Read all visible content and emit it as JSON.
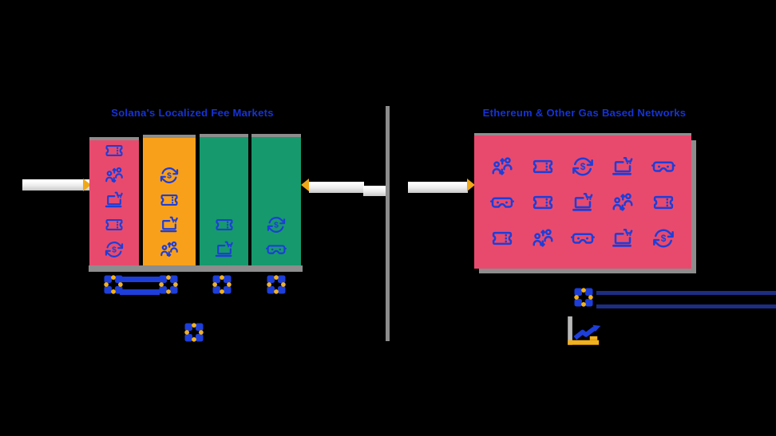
{
  "left_panel": {
    "title": "Solana's Localized Fee Markets",
    "queues": [
      {
        "color": "#e84a6e",
        "icons": [
          "ticket",
          "people-swap",
          "laptop-cart",
          "ticket",
          "money-cycle"
        ]
      },
      {
        "color": "#f9a01b",
        "icons": [
          "money-cycle",
          "ticket",
          "laptop-cart",
          "people-swap"
        ]
      },
      {
        "color": "#16996d",
        "icons": [
          "ticket",
          "laptop-cart"
        ]
      },
      {
        "color": "#16996d",
        "icons": [
          "money-cycle",
          "vr-goggles"
        ]
      }
    ],
    "workers": [
      "pinwheel",
      "pinwheel",
      "pinwheel",
      "pinwheel"
    ],
    "extra_worker": [
      "pinwheel"
    ]
  },
  "right_panel": {
    "title": "Ethereum & Other Gas Based Networks",
    "pool_color": "#e84a6e",
    "pool_icons": [
      "people-swap",
      "ticket",
      "money-cycle",
      "laptop-cart",
      "vr-goggles",
      "vr-goggles",
      "ticket",
      "laptop-cart",
      "people-swap",
      "ticket",
      "ticket",
      "people-swap",
      "vr-goggles",
      "laptop-cart",
      "money-cycle"
    ],
    "worker": [
      "pinwheel"
    ],
    "chart_icon": [
      "chart-trend"
    ]
  },
  "colors": {
    "background": "#000000",
    "title_text": "#1533d6",
    "icon_blue": "#1d3ed8",
    "pinwheel_yellow": "#f2b11c",
    "arrow_orange": "#f0a818",
    "pipe_light": "#f2f2f2",
    "divider_gray": "#8c8c8c",
    "connector_blue": "#1d3ed8",
    "throughput_navy": "#1c2d82",
    "shadow_gray": "#8d8d8d"
  }
}
